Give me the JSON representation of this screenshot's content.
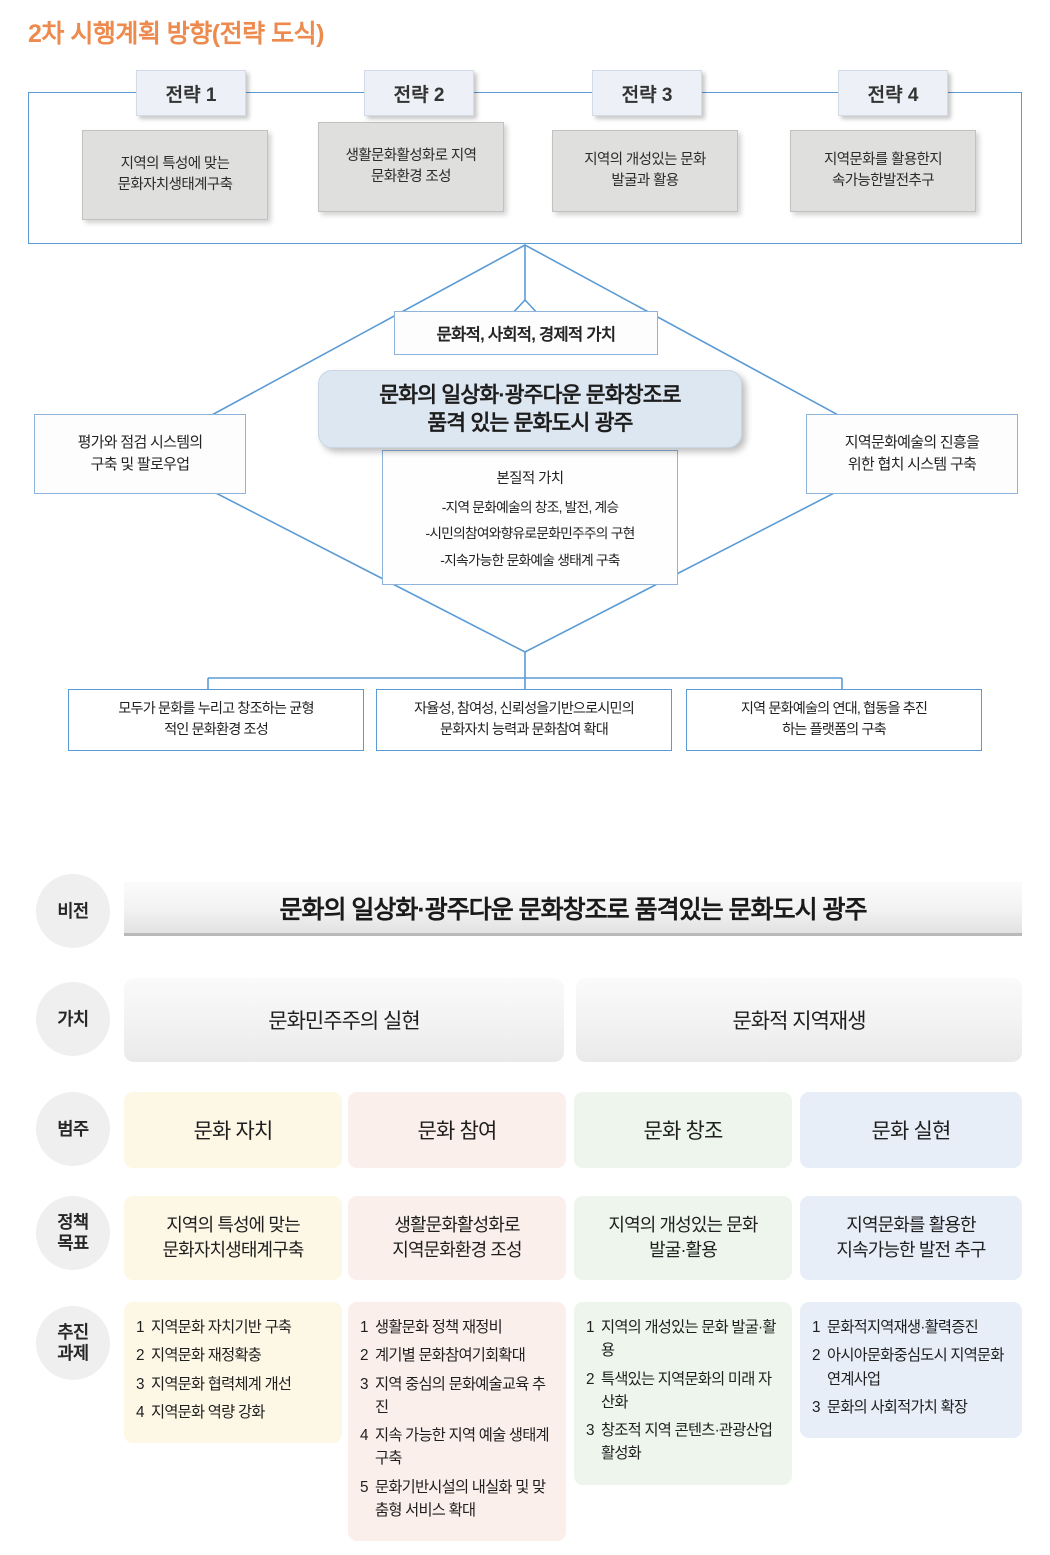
{
  "title": "2차 시행계획 방향(전략 도식)",
  "strategies": [
    {
      "tab": "전략 1",
      "text": "지역의 특성에 맞는\n문화자치생태계구축"
    },
    {
      "tab": "전략 2",
      "text": "생활문화활성화로 지역\n문화환경 조성"
    },
    {
      "tab": "전략 3",
      "text": "지역의 개성있는 문화\n발굴과 활용"
    },
    {
      "tab": "전략 4",
      "text": "지역문화를 활용한지\n속가능한발전추구"
    }
  ],
  "diagram": {
    "value_types": "문화적, 사회적, 경제적 가치",
    "vision": "문화의 일상화·광주다운 문화창조로\n품격 있는 문화도시 광주",
    "core_values_title": "본질적 가치",
    "core_values": [
      "-지역 문화예술의 창조, 발전, 계승",
      "-시민의참여와향유로문화민주주의 구현",
      "-지속가능한 문화예술 생태계 구축"
    ],
    "left_box": "평가와 점검 시스템의\n구축 및 팔로우업",
    "right_box": "지역문화예술의 진흥을\n위한 협치 시스템 구축",
    "outcomes": [
      "모두가 문화를 누리고 창조하는 균형\n적인 문화환경 조성",
      "자율성, 참여성, 신뢰성을기반으로시민의\n문화자치 능력과 문화참여 확대",
      "지역 문화예술의 연대, 협동을 추진\n하는 플랫폼의 구축"
    ]
  },
  "matrix": {
    "row_labels": {
      "vision": "비전",
      "value": "가치",
      "category": "범주",
      "goal": "정책\n목표",
      "task": "추진\n과제"
    },
    "vision_banner": "문화의 일상화·광주다운 문화창조로 품격있는 문화도시 광주",
    "values": [
      "문화민주주의 실현",
      "문화적 지역재생"
    ],
    "categories": [
      "문화 자치",
      "문화 참여",
      "문화 창조",
      "문화 실현"
    ],
    "goals": [
      "지역의 특성에 맞는\n문화자치생태계구축",
      "생활문화활성화로\n지역문화환경 조성",
      "지역의 개성있는 문화\n발굴·활용",
      "지역문화를 활용한\n지속가능한 발전 추구"
    ],
    "tasks": [
      [
        {
          "num": "1",
          "text": "지역문화 자치기반 구축"
        },
        {
          "num": "2",
          "text": "지역문화 재정확충"
        },
        {
          "num": "3",
          "text": "지역문화 협력체계 개선"
        },
        {
          "num": "4",
          "text": "지역문화 역량 강화"
        }
      ],
      [
        {
          "num": "1",
          "text": "생활문화 정책 재정비"
        },
        {
          "num": "2",
          "text": "계기별 문화참여기회확대"
        },
        {
          "num": "3",
          "text": "지역 중심의 문화예술교육 추진"
        },
        {
          "num": "4",
          "text": "지속 가능한 지역 예술 생태계 구축"
        },
        {
          "num": "5",
          "text": "문화기반시설의 내실화 및 맞춤형 서비스 확대"
        }
      ],
      [
        {
          "num": "1",
          "text": "지역의 개성있는 문화 발굴·활용"
        },
        {
          "num": "2",
          "text": "특색있는 지역문화의 미래 자산화"
        },
        {
          "num": "3",
          "text": "창조적 지역 콘텐츠·관광산업 활성화"
        }
      ],
      [
        {
          "num": "1",
          "text": "문화적지역재생·활력증진"
        },
        {
          "num": "2",
          "text": "아시아문화중심도시 지역문화연계사업"
        },
        {
          "num": "3",
          "text": "문화의 사회적가치 확장"
        }
      ]
    ]
  },
  "colors": {
    "title": "#ED8B4E",
    "border_blue": "#5B9BD5",
    "vision_pill": "#DDE7F2",
    "col1": "#FDF7E6",
    "col2": "#FBEFEC",
    "col3": "#EDF5EC",
    "col4": "#E7EEF8"
  }
}
